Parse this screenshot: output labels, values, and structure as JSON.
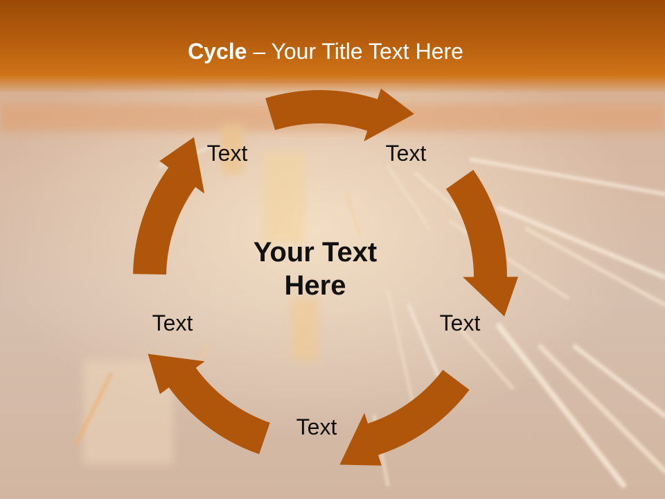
{
  "title": {
    "bold": "Cycle",
    "separator": " – ",
    "rest": "Your Title Text Here"
  },
  "center_text": "Your Text Here",
  "cycle": {
    "arrow_color": "#b0560b",
    "labels": [
      "Text",
      "Text",
      "Text",
      "Text",
      "Text"
    ]
  }
}
